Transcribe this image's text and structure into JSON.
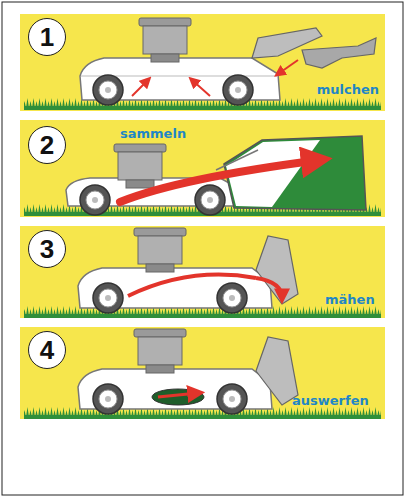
{
  "diagram": {
    "nodes": [
      {
        "text": [
          "mulchen"
        ]
      },
      {
        "text": [
          "1"
        ],
        "in": 0
      },
      {
        "text": [
          "sammeln"
        ]
      },
      {
        "text": [
          "2"
        ],
        "in": 2
      },
      {
        "text": [
          "mähen"
        ]
      },
      {
        "text": [
          "3"
        ],
        "in": 4
      },
      {
        "text": [
          "auswerfen"
        ]
      },
      {
        "text": [
          "4"
        ],
        "in": 6
      }
    ]
  }
}
